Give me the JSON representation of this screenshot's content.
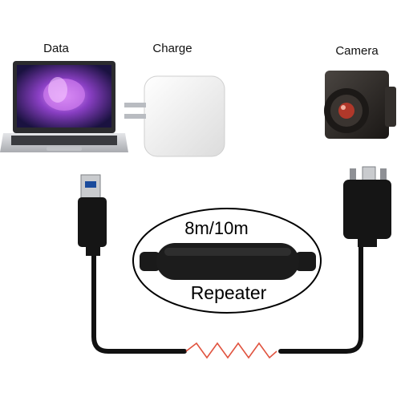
{
  "labels": {
    "data": "Data",
    "charge": "Charge",
    "camera": "Camera"
  },
  "cable": {
    "length": "8m/10m",
    "module": "Repeater"
  },
  "colors": {
    "cable": "#111111",
    "zigzag": "#e0533f",
    "laptop_body": "#c8c9cc",
    "screen_glow": "#b35ad6",
    "charger": "#f2f2f2",
    "camera_body": "#2a2623",
    "camera_lens": "#b0382a"
  },
  "icons": [
    "laptop-icon",
    "wall-charger-icon",
    "industrial-camera-icon",
    "usb-a-plug-icon",
    "usb-c-screw-lock-plug-icon"
  ]
}
